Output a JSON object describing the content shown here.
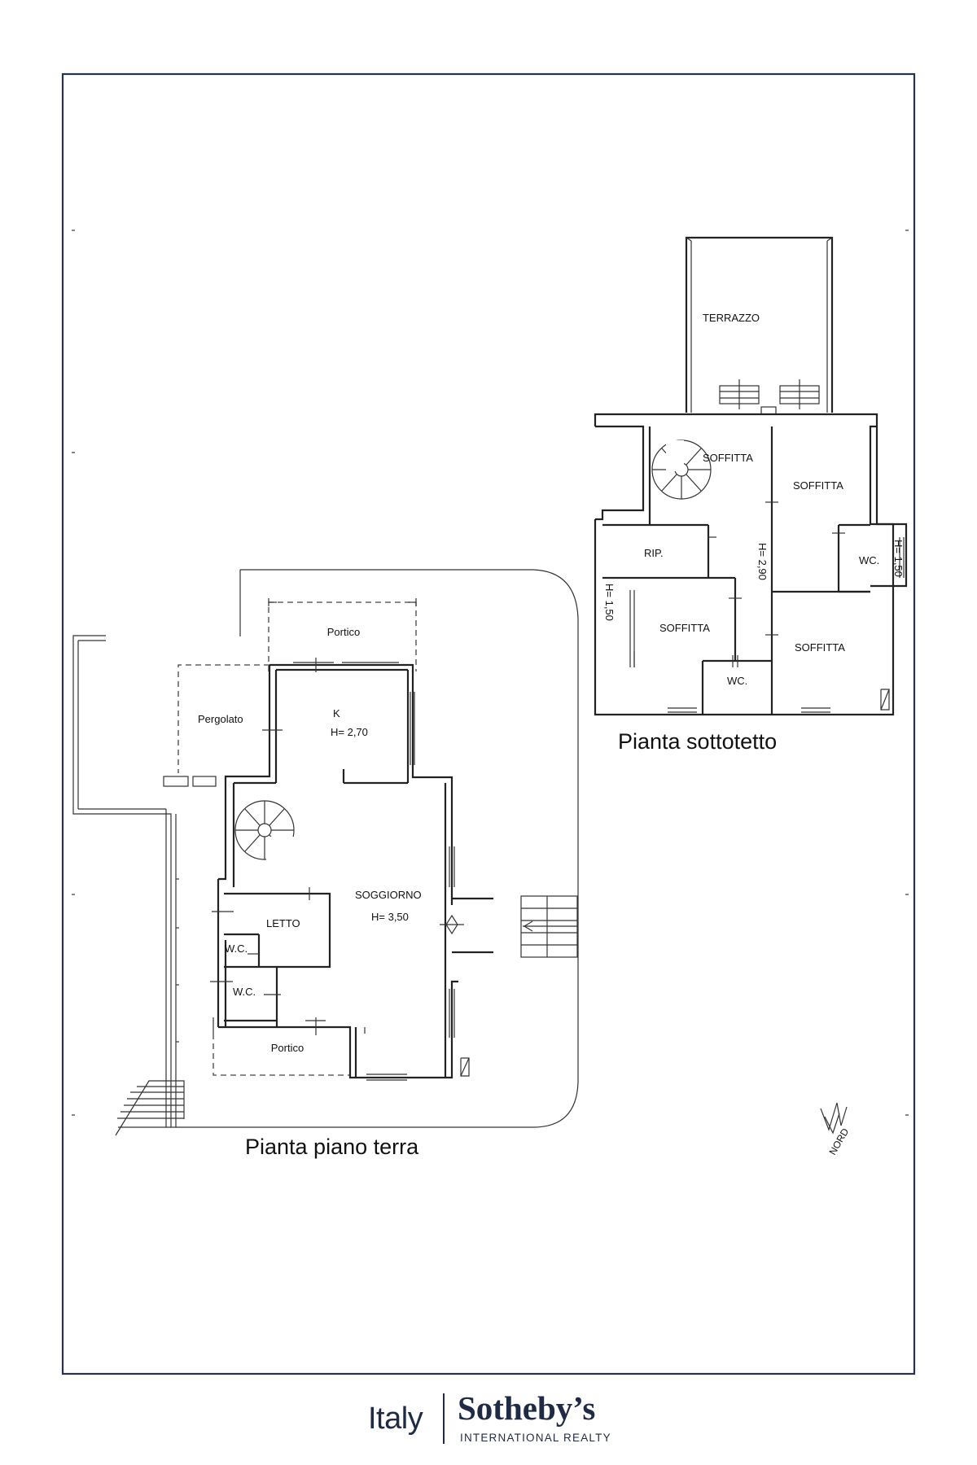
{
  "floor_plans": {
    "attic": {
      "title": "Pianta sottotetto",
      "rooms": {
        "terrazzo": "TERRAZZO",
        "soffitta_stairs": "SOFFITTA",
        "soffitta_right_top": "SOFFITTA",
        "rip": "RIP.",
        "wc_right": "WC.",
        "soffitta_left": "SOFFITTA",
        "soffitta_right_bottom": "SOFFITTA",
        "wc_bottom": "WC."
      },
      "heights": {
        "central": "H= 2,90",
        "left": "H= 1,50",
        "right": "H= 1,50"
      }
    },
    "ground": {
      "title": "Pianta piano terra",
      "rooms": {
        "portico_top": "Portico",
        "pergolato": "Pergolato",
        "kitchen": "K",
        "kitchen_height": "H= 2,70",
        "soggiorno": "SOGGIORNO",
        "soggiorno_height": "H= 3,50",
        "letto": "LETTO",
        "wc_small": "W.C.",
        "wc": "W.C.",
        "portico_bottom": "Portico"
      }
    },
    "north_label": "NORD"
  },
  "branding": {
    "country": "Italy",
    "company": "Sotheby’s",
    "subtitle": "INTERNATIONAL REALTY",
    "color": "#1f2a44"
  }
}
